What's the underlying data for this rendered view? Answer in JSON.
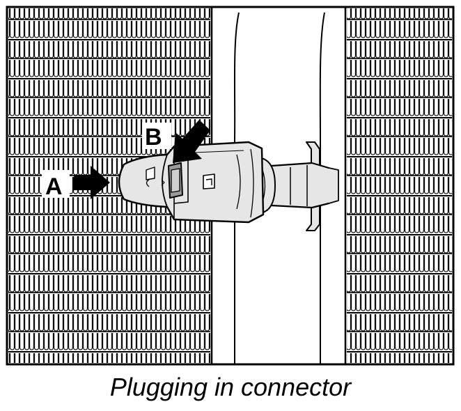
{
  "diagram": {
    "caption": "Plugging in connector",
    "callouts": [
      {
        "id": "A",
        "text": "A"
      },
      {
        "id": "B",
        "text": "B"
      }
    ]
  },
  "colors": {
    "ink": "#000000",
    "paper": "#ffffff",
    "connector_fill": "#e6e6e6",
    "latch_fill": "#9a9a9a"
  }
}
